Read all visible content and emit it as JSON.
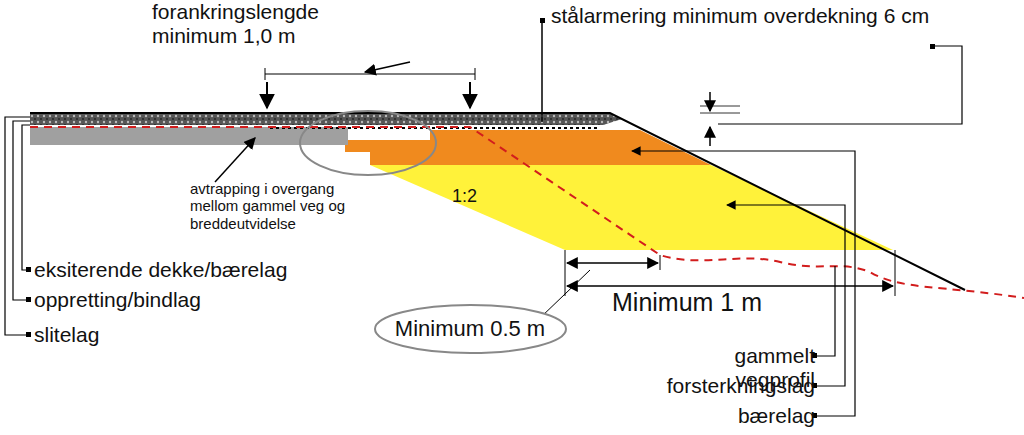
{
  "diagram": {
    "nodes": [
      {
        "text": [
          "Minimum 0.5 m"
        ]
      }
    ],
    "labels": [
      "forankringslengde minimum 1,0 m",
      "stålarmering minimum overdekning 6 cm",
      "avtrapping i overgang mellom gammel veg og breddeutvidelse",
      "1:2",
      "eksiterende dekke/bærelag",
      "oppretting/bindlag",
      "slitelag",
      "Minimum 1 m",
      "gammelt vegprofil",
      "forsterkningslag",
      "bærelag"
    ]
  }
}
